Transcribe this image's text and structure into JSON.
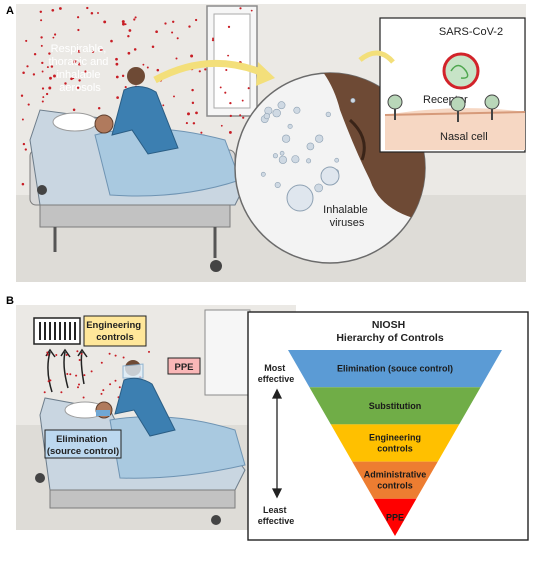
{
  "panel_a": {
    "letter": "A",
    "aerosol_label": [
      "Respirable,",
      "thoracic and",
      "inhalable",
      "aerosols"
    ],
    "inhalable_label": [
      "Inhalable",
      "viruses"
    ],
    "inset": {
      "virus_label": "SARS-CoV-2",
      "receptor_label": "Receptor",
      "cell_label": "Nasal cell"
    }
  },
  "panel_b": {
    "letter": "B",
    "engineering_callout": [
      "Engineering",
      "controls"
    ],
    "ppe_callout": "PPE",
    "elimination_callout": [
      "Elimination",
      "(source control)"
    ],
    "hierarchy": {
      "title": [
        "NIOSH",
        "Hierarchy of Controls"
      ],
      "most_label": [
        "Most",
        "effective"
      ],
      "least_label": [
        "Least",
        "effective"
      ],
      "levels": [
        {
          "label": [
            "Elimination (souce control)"
          ],
          "color": "#5b9bd5"
        },
        {
          "label": [
            "Substitution"
          ],
          "color": "#70ad47"
        },
        {
          "label": [
            "Engineering",
            "controls"
          ],
          "color": "#ffc000"
        },
        {
          "label": [
            "Administrative",
            "controls"
          ],
          "color": "#ed7d31"
        },
        {
          "label": [
            "PPE"
          ],
          "color": "#ff0000"
        }
      ]
    }
  },
  "colors": {
    "room_bg": "#e9e7e3",
    "callout_yellow": "#ffe79a",
    "callout_pink": "#f9b7b7",
    "callout_blue": "#bcd8ef",
    "aerosol_red": "#c81d25",
    "scrubs": "#3c7fb1",
    "blanket": "#a9c9e0",
    "skin_dark": "#6e4a35"
  }
}
